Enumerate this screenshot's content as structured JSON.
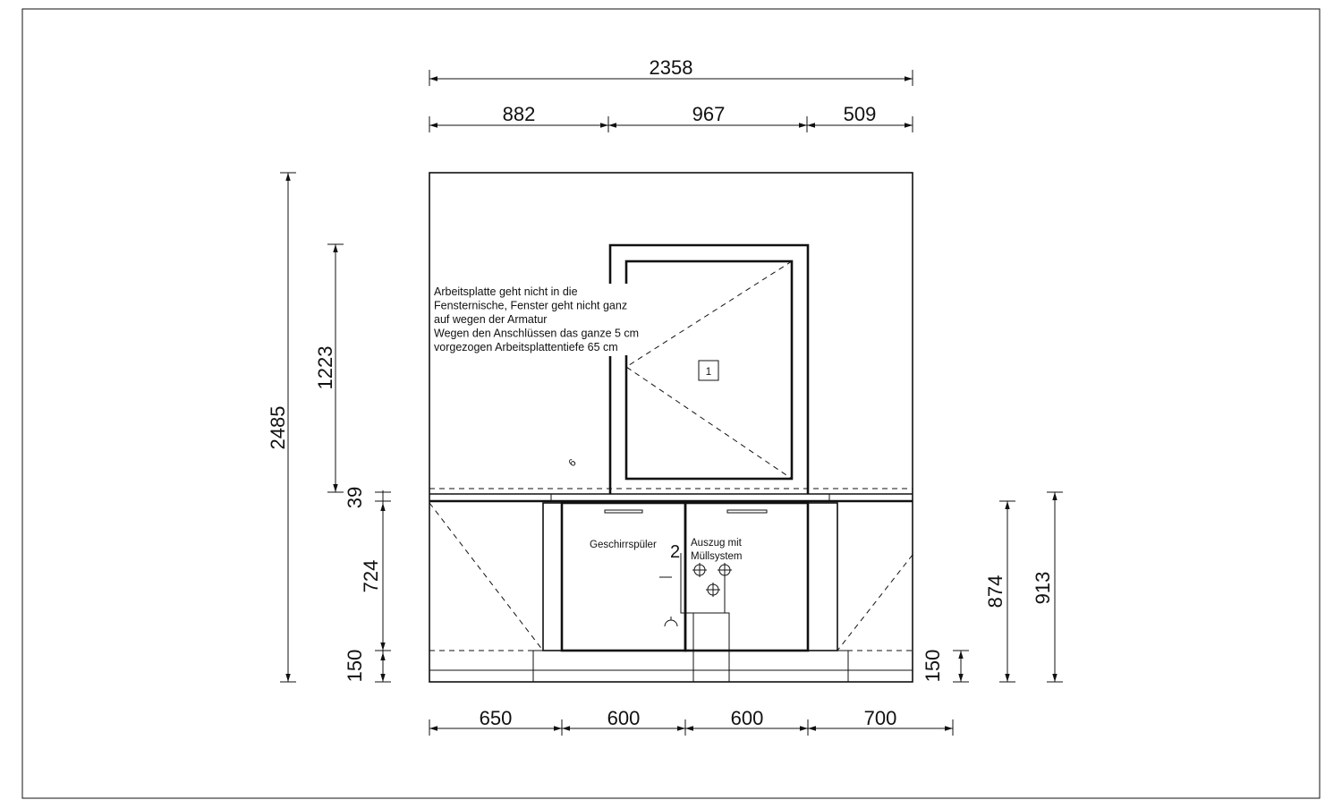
{
  "dimensions": {
    "top_total": "2358",
    "top_segments": [
      "882",
      "967",
      "509"
    ],
    "left_total": "2485",
    "left_window_height": "1223",
    "left_countertop": "39",
    "left_cabinet": "724",
    "left_plinth": "150",
    "right_plinth": "150",
    "right_874": "874",
    "right_913": "913",
    "bottom_segments": [
      "650",
      "600",
      "600",
      "700"
    ]
  },
  "note": [
    "Arbeitsplatte geht nicht in die",
    "Fensternische, Fenster geht nicht ganz",
    "auf wegen der Armatur",
    "Wegen den Anschlüssen das ganze 5 cm",
    "vorgezogen Arbeitsplattentiefe 65 cm"
  ],
  "window_label": "1",
  "cabinet_labels": {
    "dishwasher": "Geschirrspüler",
    "pullout_line1": "Auszug mit",
    "pullout_line2": "Müllsystem",
    "pullout_number": "2"
  },
  "symbol_rotated": "6"
}
